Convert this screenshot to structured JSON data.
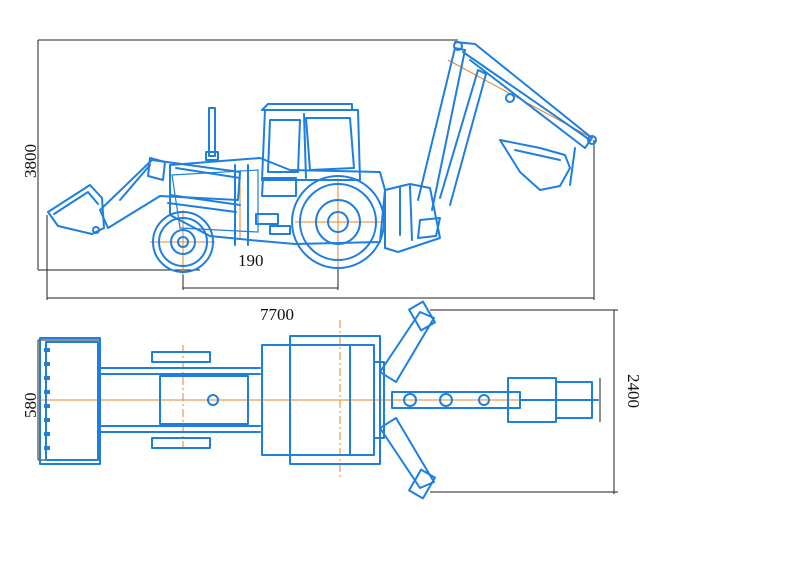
{
  "drawing": {
    "side_view": {
      "height_label": "3800",
      "wheel_offset_label": "190",
      "length_label": "7700"
    },
    "top_view": {
      "bucket_width_label": "580",
      "outrigger_width_label": "2400"
    },
    "colors": {
      "outline": "#1e7fe0",
      "axis": "#e8832a",
      "dimension": "#222222"
    }
  }
}
